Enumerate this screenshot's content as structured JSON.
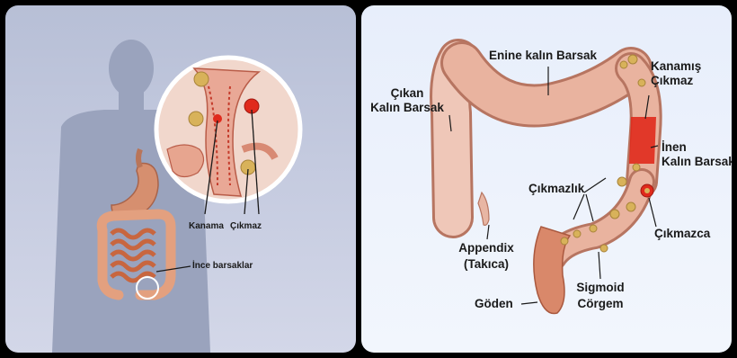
{
  "left_panel": {
    "labels": {
      "bleeding": "Kanama",
      "diverticulum": "Çıkmaz",
      "small_intestine": "İnce barsaklar"
    }
  },
  "right_panel": {
    "labels": {
      "transverse_colon": "Enine kalın Barsak",
      "bleeding_diverticulum_1": "Kanamış",
      "bleeding_diverticulum_2": "Çıkmaz",
      "ascending_colon_1": "Çıkan",
      "ascending_colon_2": "Kalın Barsak",
      "descending_colon_1": "İnen",
      "descending_colon_2": "Kalın Barsak",
      "diverticulosis": "Çıkmazlık",
      "diverticulum": "Çıkmazca",
      "appendix_1": "Appendix",
      "appendix_2": "(Takıca)",
      "rectum": "Göden",
      "sigmoid_1": "Sigmoid",
      "sigmoid_2": "Cörgem"
    }
  },
  "colors": {
    "left_bg": "#c4cadf",
    "right_bg": "#eef3fc",
    "colon": "#e9b39f",
    "bleeding": "#e02a1c",
    "pouch": "#d8b25a"
  }
}
